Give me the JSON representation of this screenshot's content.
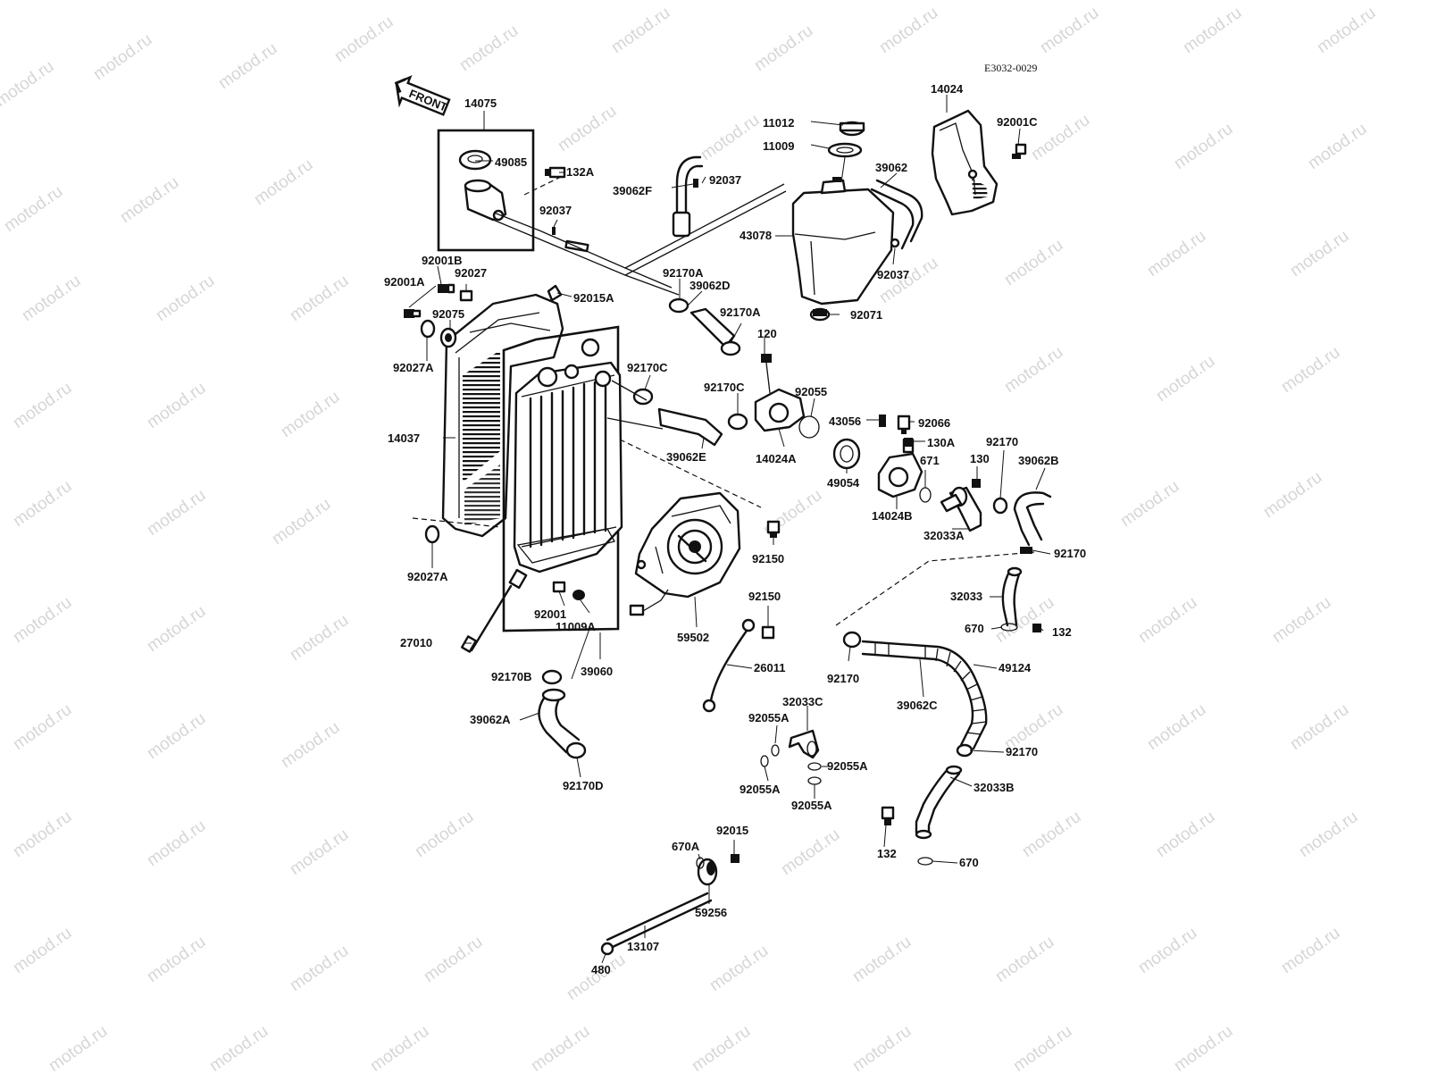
{
  "diagram_code": "E3032-0029",
  "front_label": "FRONT",
  "watermark": "motod.ru",
  "parts": {
    "p14075": "14075",
    "p49085": "49085",
    "p132A": "132A",
    "p92037_top": "92037",
    "p92001B": "92001B",
    "p92027": "92027",
    "p92001A": "92001A",
    "p92015A": "92015A",
    "p92075": "92075",
    "p92027A_top": "92027A",
    "p14037": "14037",
    "p92027A_bottom": "92027A",
    "p39062F": "39062F",
    "p92037_mid": "92037",
    "p92170A_1": "92170A",
    "p39062D": "39062D",
    "p92170A_2": "92170A",
    "p92170C_1": "92170C",
    "p39062E": "39062E",
    "p92170C_2": "92170C",
    "p120": "120",
    "p92055": "92055",
    "p14024A": "14024A",
    "p11012": "11012",
    "p11009": "11009",
    "p14024": "14024",
    "p92001C": "92001C",
    "p39062_top": "39062",
    "p43078": "43078",
    "p92037_tank": "92037",
    "p92071": "92071",
    "p43056": "43056",
    "p92066": "92066",
    "p130A": "130A",
    "p671": "671",
    "p49054": "49054",
    "p14024B": "14024B",
    "p130": "130",
    "p92170_a": "92170",
    "p39062B": "39062B",
    "p32033A": "32033A",
    "p92170_b": "92170",
    "p32033": "32033",
    "p670_a": "670",
    "p132_a": "132",
    "p92150_a": "92150",
    "p92150_b": "92150",
    "p92001": "92001",
    "p11009A": "11009A",
    "p27010": "27010",
    "p59502": "59502",
    "p92170B": "92170B",
    "p39060": "39060",
    "p26011": "26011",
    "p39062A": "39062A",
    "p92170D": "92170D",
    "p92170_c": "92170",
    "p49124": "49124",
    "p39062C": "39062C",
    "p92170_d": "92170",
    "p32033C": "32033C",
    "p92055A_1": "92055A",
    "p92055A_2": "92055A",
    "p92055A_3": "92055A",
    "p92055A_4": "92055A",
    "p32033B": "32033B",
    "p132_b": "132",
    "p670_b": "670",
    "p92015": "92015",
    "p670A": "670A",
    "p59256": "59256",
    "p13107": "13107",
    "p480": "480"
  }
}
